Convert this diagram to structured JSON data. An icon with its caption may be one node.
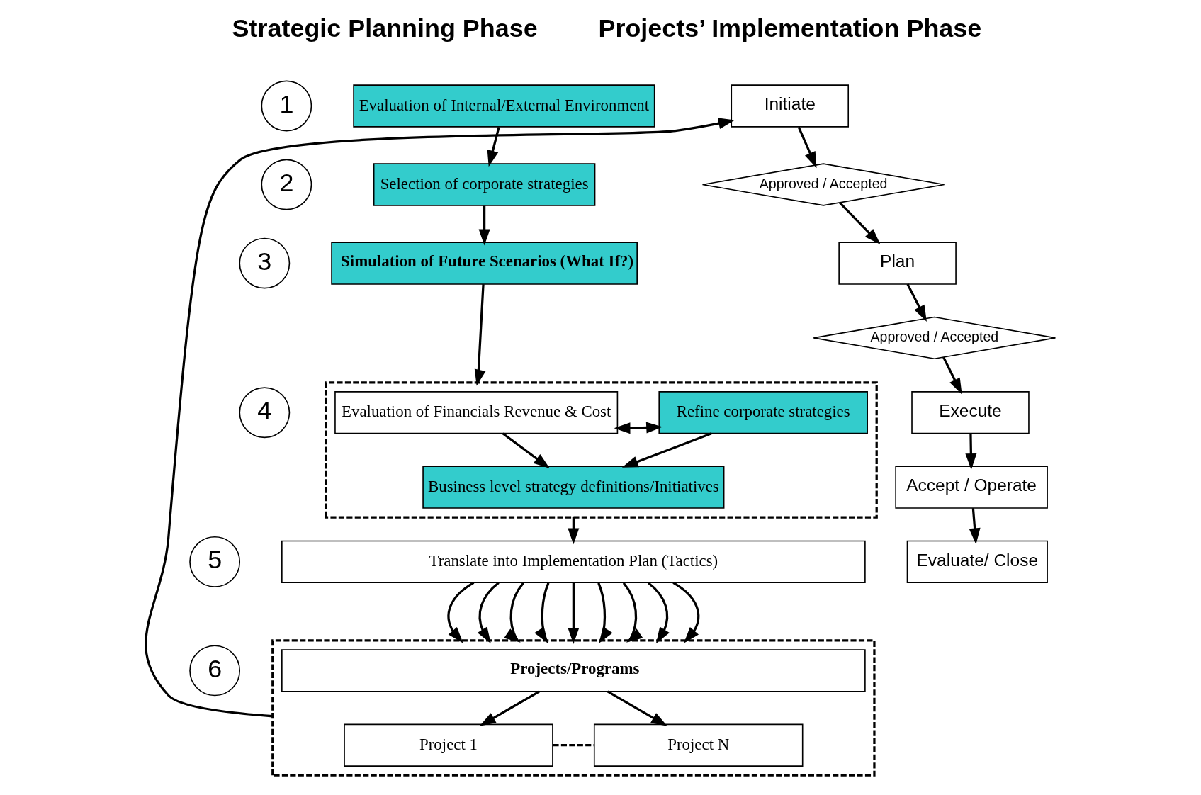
{
  "diagram": {
    "nodes": [
      {
        "text": [
          "1"
        ]
      },
      {
        "text": [
          "Evaluation of Internal/External Environment"
        ]
      },
      {
        "text": [
          "2"
        ]
      },
      {
        "text": [
          "Selection of corporate strategies"
        ]
      },
      {
        "text": [
          "3"
        ]
      },
      {
        "text": [
          "Simulation of Future Scenarios (What If?)"
        ]
      },
      {
        "text": [
          "4"
        ]
      },
      {
        "text": [],
        "shape": "box"
      },
      {
        "text": [
          "Evaluation of Financials Revenue & Cost"
        ],
        "in": 7
      },
      {
        "text": [
          "Refine corporate strategies"
        ],
        "in": 7
      },
      {
        "text": [
          "Business level strategy definitions/Initiatives"
        ],
        "in": 7
      },
      {
        "text": [
          "5"
        ]
      },
      {
        "text": [
          "Translate into Implementation Plan (Tactics)"
        ]
      },
      {
        "text": [
          "6"
        ]
      },
      {
        "text": [],
        "shape": "box"
      },
      {
        "text": [
          "Projects/Programs"
        ],
        "in": 14
      },
      {
        "text": [
          "Project 1"
        ],
        "in": 14
      },
      {
        "text": [
          "Project N"
        ],
        "in": 14
      },
      {
        "text": [
          "Initiate"
        ]
      },
      {
        "text": [
          "Approved / Accepted"
        ]
      },
      {
        "text": [
          "Plan"
        ]
      },
      {
        "text": [
          "Approved / Accepted"
        ]
      },
      {
        "text": [
          "Execute"
        ]
      },
      {
        "text": [
          "Accept / Operate"
        ]
      },
      {
        "text": [
          "Evaluate/ Close"
        ]
      }
    ],
    "edges": [
      {
        "from": 1,
        "to": 3,
        "arrow": "to"
      },
      {
        "from": 3,
        "to": 5,
        "arrow": "to"
      },
      {
        "from": 5,
        "to": 7,
        "arrow": "to"
      },
      {
        "from": 8,
        "to": 9,
        "arrow": "both"
      },
      {
        "from": 8,
        "to": 10,
        "arrow": "to"
      },
      {
        "from": 9,
        "to": 10,
        "arrow": "to"
      },
      {
        "from": 7,
        "to": 12,
        "arrow": "to"
      },
      {
        "from": 12,
        "to": 14,
        "arrow": "to"
      },
      {
        "from": 12,
        "to": 14,
        "arrow": "to"
      },
      {
        "from": 12,
        "to": 14,
        "arrow": "to"
      },
      {
        "from": 12,
        "to": 14,
        "arrow": "to"
      },
      {
        "from": 12,
        "to": 14,
        "arrow": "to"
      },
      {
        "from": 12,
        "to": 14,
        "arrow": "to"
      },
      {
        "from": 12,
        "to": 14,
        "arrow": "to"
      },
      {
        "from": 12,
        "to": 14,
        "arrow": "to"
      },
      {
        "from": 12,
        "to": 14,
        "arrow": "to"
      },
      {
        "from": 15,
        "to": 16,
        "arrow": "to"
      },
      {
        "from": 15,
        "to": 17,
        "arrow": "to"
      },
      {
        "from": 16,
        "to": 17,
        "arrow": "none",
        "style": "dashed"
      },
      {
        "from": 14,
        "to": 18,
        "arrow": "to"
      },
      {
        "from": 18,
        "to": 19,
        "arrow": "to"
      },
      {
        "from": 19,
        "to": 20,
        "arrow": "to"
      },
      {
        "from": 20,
        "to": 21,
        "arrow": "to"
      },
      {
        "from": 21,
        "to": 22,
        "arrow": "to"
      },
      {
        "from": 22,
        "to": 23,
        "arrow": "to"
      },
      {
        "from": 23,
        "to": 24,
        "arrow": "to"
      }
    ],
    "labels": [
      "Strategic Planning Phase",
      "Projects’ Implementation Phase"
    ]
  }
}
